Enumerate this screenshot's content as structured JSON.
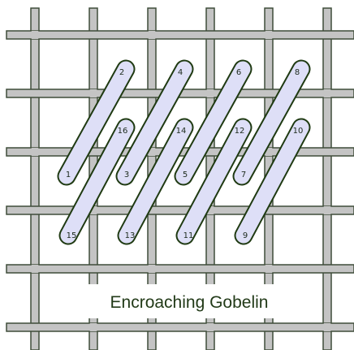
{
  "caption": "Encroaching Gobelin",
  "colors": {
    "canvas_thread_fill": "#c4c4c4",
    "canvas_thread_edge": "#3f4d3a",
    "stitch_fill": "#dedff7",
    "stitch_edge": "#1f3a12",
    "label_text": "#223a18"
  },
  "stitches": [
    {
      "start": "1",
      "end": "2"
    },
    {
      "start": "3",
      "end": "4"
    },
    {
      "start": "5",
      "end": "6"
    },
    {
      "start": "7",
      "end": "8"
    },
    {
      "start": "9",
      "end": "10"
    },
    {
      "start": "11",
      "end": "12"
    },
    {
      "start": "13",
      "end": "14"
    },
    {
      "start": "15",
      "end": "16"
    }
  ]
}
